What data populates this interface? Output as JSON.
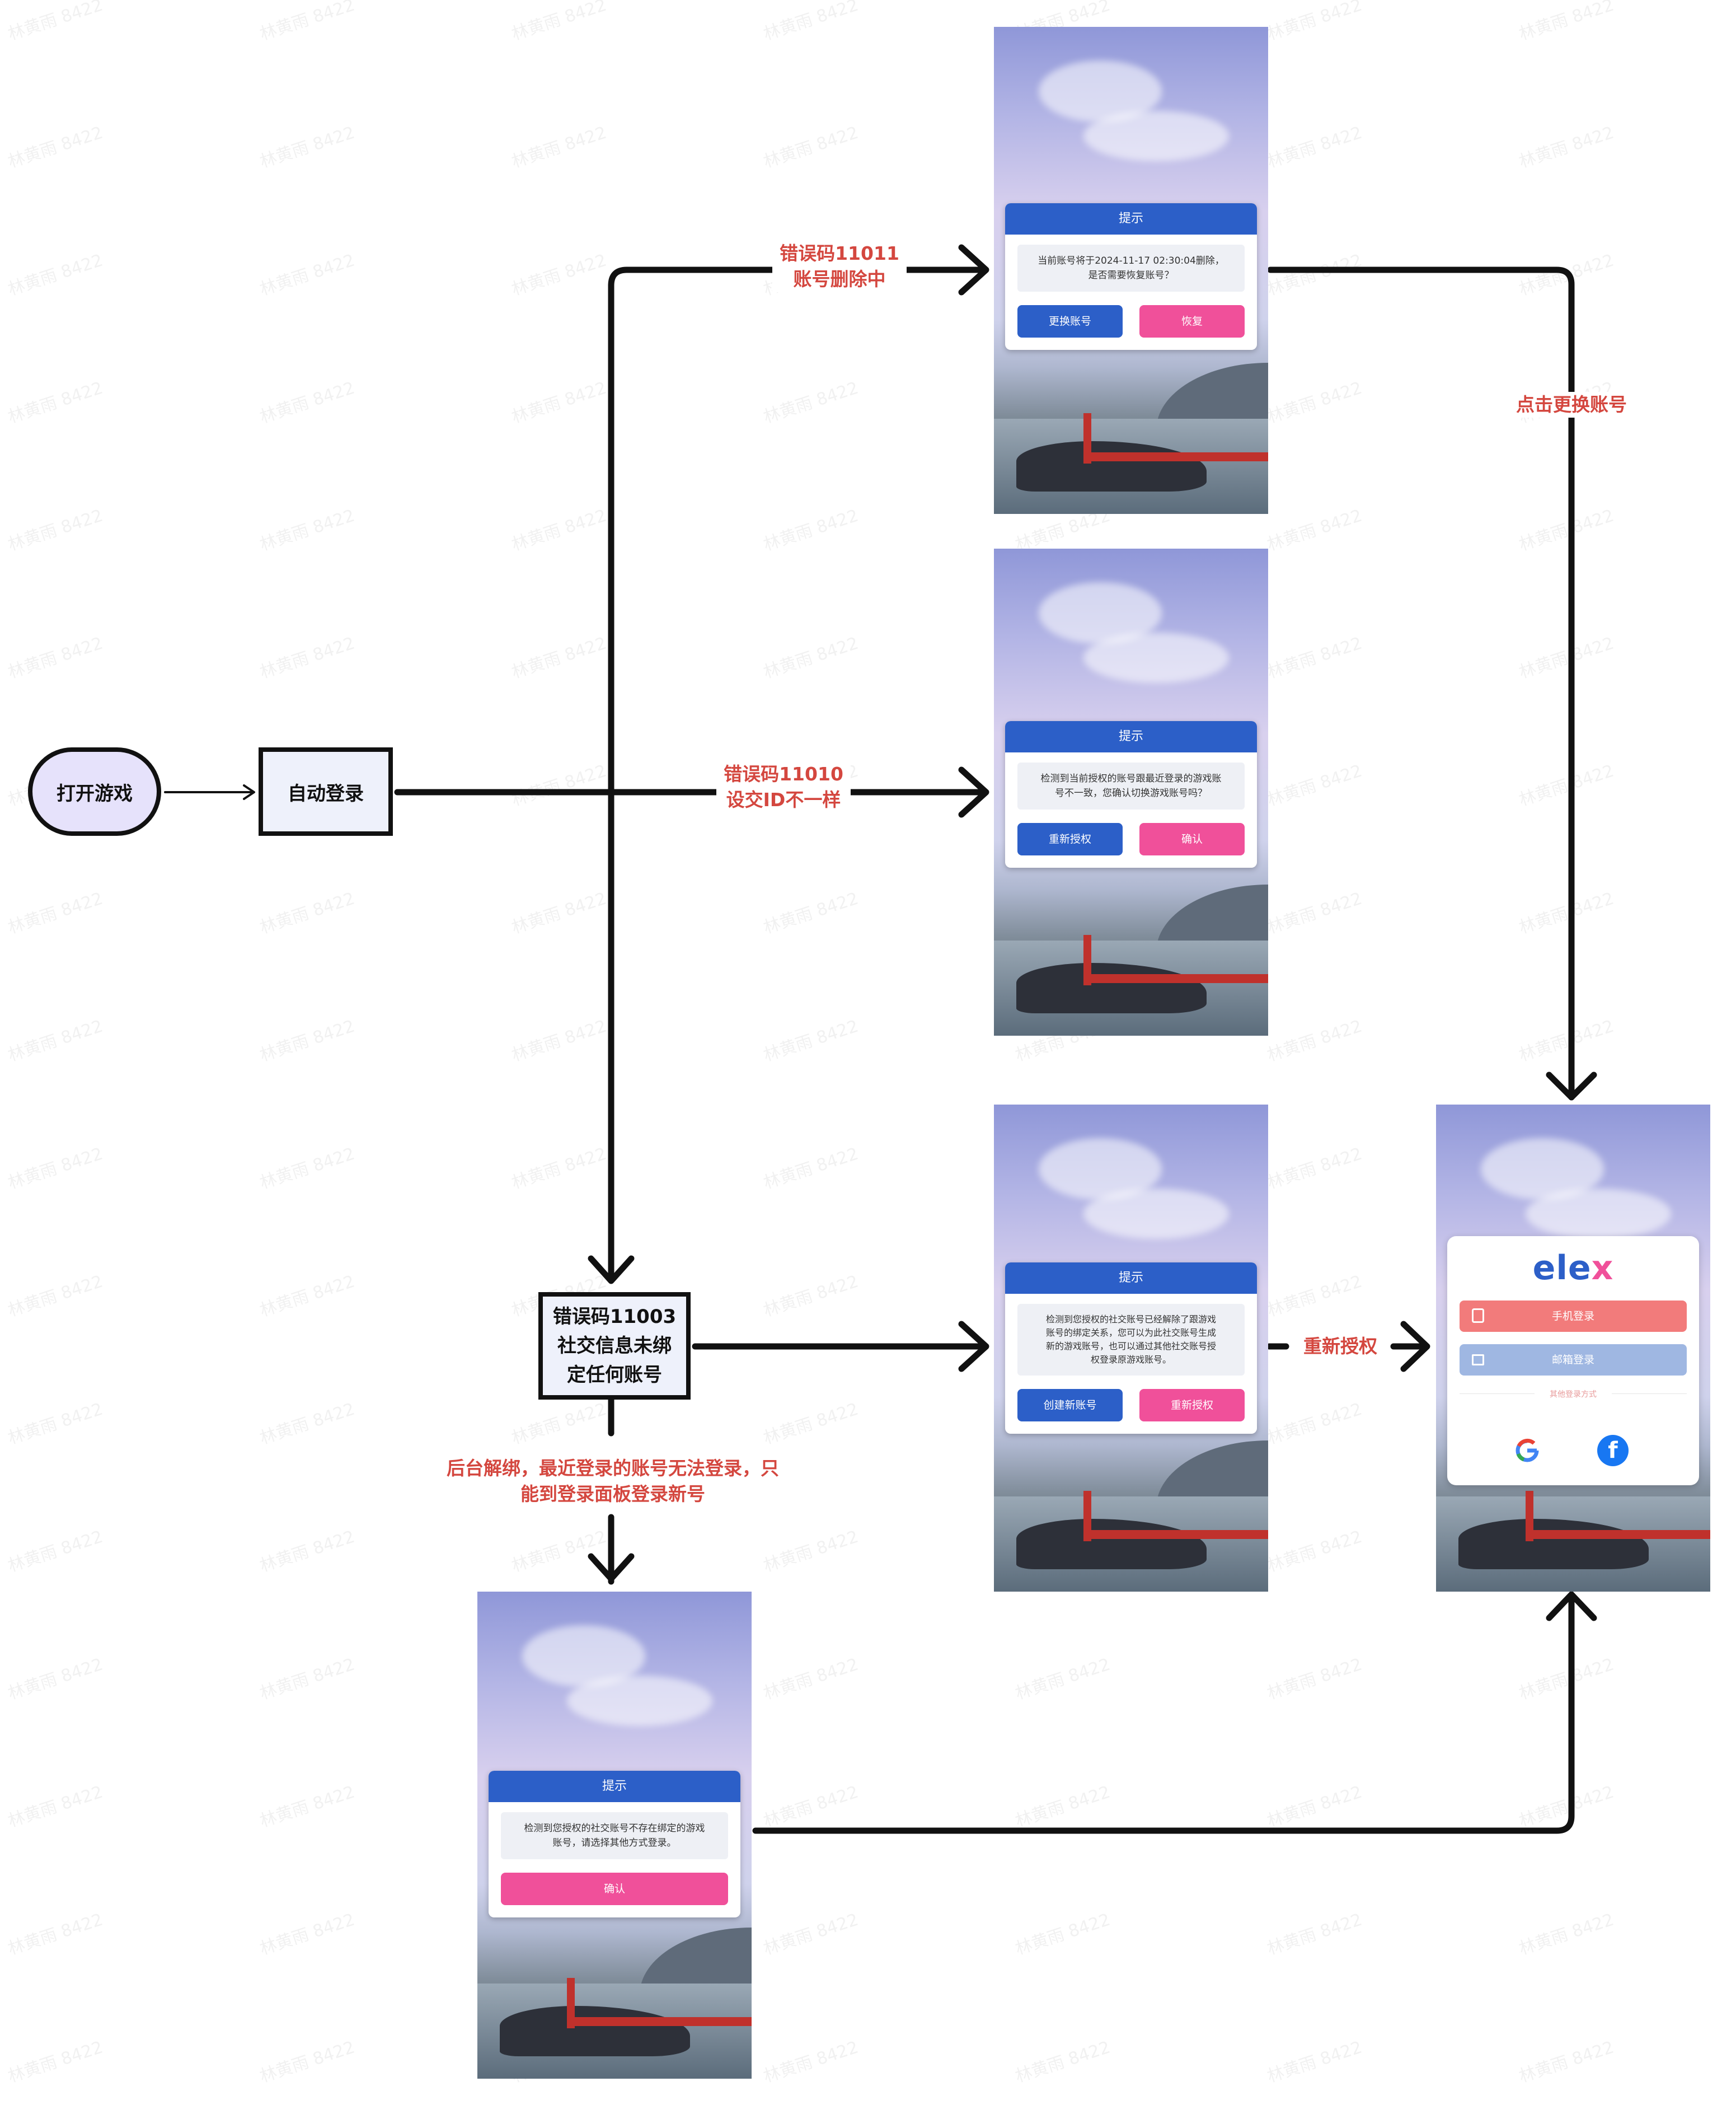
{
  "nodes": {
    "start": "打开游戏",
    "auto_login": "自动登录",
    "err11003": "错误码11003\n社交信息未绑\n定任何账号"
  },
  "edge_labels": {
    "err11011": "错误码11011\n账号删除中",
    "err11010": "错误码11010\n设交ID不一样",
    "click_switch": "点击更换账号",
    "reauth": "重新授权",
    "backend_unbind": "后台解绑，最近登录的账号无法登录，只\n能到登录面板登录新号"
  },
  "screens": {
    "s11011": {
      "title": "提示",
      "message": "当前账号将于2024-11-17 02:30:04删除，\n是否需要恢复账号？",
      "btn_left": "更换账号",
      "btn_right": "恢复"
    },
    "s11010": {
      "title": "提示",
      "message": "检测到当前授权的账号跟最近登录的游戏账\n号不一致，您确认切换游戏账号吗？",
      "btn_left": "重新授权",
      "btn_right": "确认"
    },
    "s11003": {
      "title": "提示",
      "message": "检测到您授权的社交账号已经解除了跟游戏\n账号的绑定关系，您可以为此社交账号生成\n新的游戏账号，也可以通过其他社交账号授\n权登录原游戏账号。",
      "btn_left": "创建新账号",
      "btn_right": "重新授权"
    },
    "s_none": {
      "title": "提示",
      "message": "检测到您授权的社交账号不存在绑定的游戏\n账号，请选择其他方式登录。",
      "btn": "确认"
    },
    "login": {
      "logo_main": "ele",
      "logo_accent": "x",
      "phone_login": "手机登录",
      "email_login": "邮箱登录",
      "other_methods": "其他登录方式"
    }
  },
  "watermark": "林黄雨 8422",
  "colors": {
    "label_red": "#d4473f",
    "start_fill": "#e6e2fb",
    "box_fill": "#eef1fb",
    "dialog_blue": "#2c5fc8",
    "button_pink": "#f0509a",
    "phone_btn": "#f27b7b",
    "email_btn": "#9fb7e2"
  },
  "icons": [
    "phone-icon",
    "mail-icon",
    "google-icon",
    "facebook-icon"
  ]
}
